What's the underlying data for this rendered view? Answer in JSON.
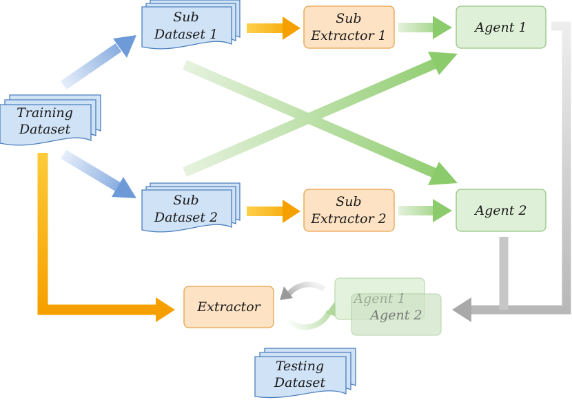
{
  "nodes": {
    "training_dataset": {
      "line1": "Training",
      "line2": "Dataset"
    },
    "sub_dataset_1": {
      "line1": "Sub",
      "line2": "Dataset 1"
    },
    "sub_dataset_2": {
      "line1": "Sub",
      "line2": "Dataset 2"
    },
    "sub_extractor_1": {
      "line1": "Sub",
      "line2": "Extractor 1"
    },
    "sub_extractor_2": {
      "line1": "Sub",
      "line2": "Extractor 2"
    },
    "agent_1": {
      "label": "Agent 1"
    },
    "agent_2": {
      "label": "Agent 2"
    },
    "extractor": {
      "label": "Extractor"
    },
    "combined_agent_1": {
      "label": "Agent 1"
    },
    "combined_agent_2": {
      "label": "Agent 2"
    },
    "testing_dataset": {
      "line1": "Testing",
      "line2": "Dataset"
    }
  },
  "colors": {
    "dataset_fill": "#cfe2f6",
    "dataset_stroke": "#4a7ebd",
    "extractor_fill": "#fde2c4",
    "extractor_stroke": "#e6a24a",
    "agent_fill": "#dff0d8",
    "agent_stroke": "#97c283",
    "blue_arrow": "#7fa8de",
    "orange_arrow": "#f6a90f",
    "green_arrow": "#8fcc70",
    "gray_arrow": "#b3b3b3"
  }
}
